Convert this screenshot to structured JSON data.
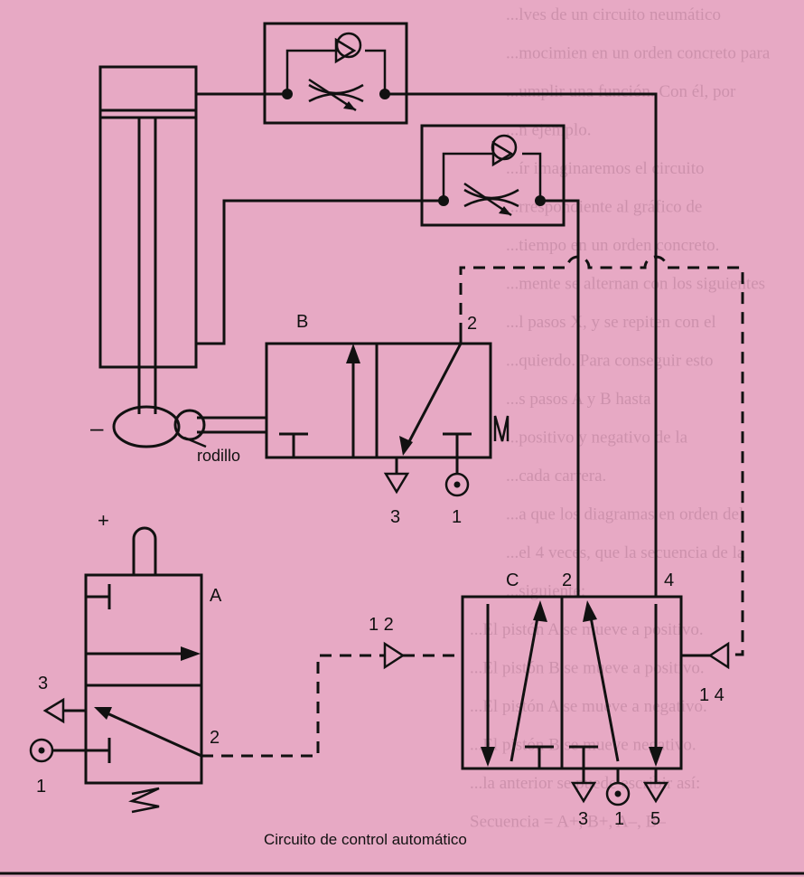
{
  "caption": "Circuito de control automático",
  "cylinder": {
    "minus_label": "–",
    "plus_label": "+"
  },
  "valve_a": {
    "name": "A",
    "port_2": "2",
    "port_3": "3",
    "port_1": "1"
  },
  "valve_b": {
    "name": "B",
    "port_2": "2",
    "port_3": "3",
    "port_1": "1",
    "roller_label": "rodillo"
  },
  "valve_c": {
    "name": "C",
    "port_2": "2",
    "port_4": "4",
    "port_3": "3",
    "port_1": "1",
    "port_5": "5",
    "pilot_left": "1 2",
    "pilot_right": "1 4"
  },
  "background_text": [
    "...lves de un circuito neumático",
    "...mocimien en un orden concreto para",
    "...umplir una función. Con él, por",
    "...n ejemplo.",
    "...ír imaginaremos el circuito",
    "...rrespondiente al gráfico de",
    "...tiempo en un orden concreto.",
    "...mente se alternan con los siguientes",
    "...l pasos X, y se repiten con el",
    "...quierdo. Para conseguir esto",
    "...s pasos A y B hasta",
    "...positivo y negativo de la",
    "...cada carrera.",
    "...a que los diagramas en orden del",
    "...el 4 veces, que la secuencia de la",
    "...siguiente:",
    "...El pistón A se mueve a positivo.",
    "...El pistón B se mueve a positivo.",
    "...El pistón A se mueve a negativo.",
    "...El pistón B se mueve negativo.",
    "...la anterior se puede escribir así:",
    "Secuencia = A+, B+, A–, B–"
  ]
}
